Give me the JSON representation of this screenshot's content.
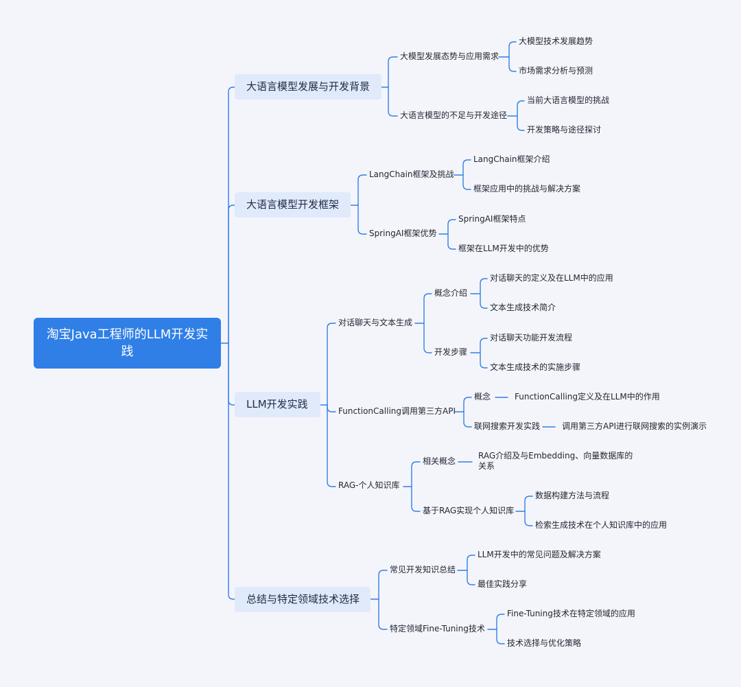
{
  "mindmap": {
    "root": "淘宝Java工程师的LLM开发实践",
    "branches": [
      {
        "label": "大语言模型发展与开发背景",
        "children": [
          {
            "label": "大模型发展态势与应用需求",
            "children": [
              "大模型技术发展趋势",
              "市场需求分析与预测"
            ]
          },
          {
            "label": "大语言模型的不足与开发途径",
            "children": [
              "当前大语言模型的挑战",
              "开发策略与途径探讨"
            ]
          }
        ]
      },
      {
        "label": "大语言模型开发框架",
        "children": [
          {
            "label": "LangChain框架及挑战",
            "children": [
              "LangChain框架介绍",
              "框架应用中的挑战与解决方案"
            ]
          },
          {
            "label": "SpringAI框架优势",
            "children": [
              "SpringAI框架特点",
              "框架在LLM开发中的优势"
            ]
          }
        ]
      },
      {
        "label": "LLM开发实践",
        "children": [
          {
            "label": "对话聊天与文本生成",
            "children": [
              {
                "label": "概念介绍",
                "children": [
                  "对话聊天的定义及在LLM中的应用",
                  "文本生成技术简介"
                ]
              },
              {
                "label": "开发步骤",
                "children": [
                  "对话聊天功能开发流程",
                  "文本生成技术的实施步骤"
                ]
              }
            ]
          },
          {
            "label": "FunctionCalling调用第三方API",
            "children": [
              {
                "label": "概念",
                "children": [
                  "FunctionCalling定义及在LLM中的作用"
                ]
              },
              {
                "label": "联网搜索开发实践",
                "children": [
                  "调用第三方API进行联网搜索的实例演示"
                ]
              }
            ]
          },
          {
            "label": "RAG-个人知识库",
            "children": [
              {
                "label": "相关概念",
                "children": [
                  "RAG介绍及与Embedding、向量数据库的关系"
                ]
              },
              {
                "label": "基于RAG实现个人知识库",
                "children": [
                  "数据构建方法与流程",
                  "检索生成技术在个人知识库中的应用"
                ]
              }
            ]
          }
        ]
      },
      {
        "label": "总结与特定领域技术选择",
        "children": [
          {
            "label": "常见开发知识总结",
            "children": [
              "LLM开发中的常见问题及解决方案",
              "最佳实践分享"
            ]
          },
          {
            "label": "特定领域Fine-Tuning技术",
            "children": [
              "Fine-Tuning技术在特定领域的应用",
              "技术选择与优化策略"
            ]
          }
        ]
      }
    ]
  },
  "colors": {
    "background": "#f4f5fb",
    "root_fill": "#2f7fe6",
    "branch_fill": "#e1eafb",
    "connector": "#2f7fe6",
    "text": "#1f2430"
  }
}
